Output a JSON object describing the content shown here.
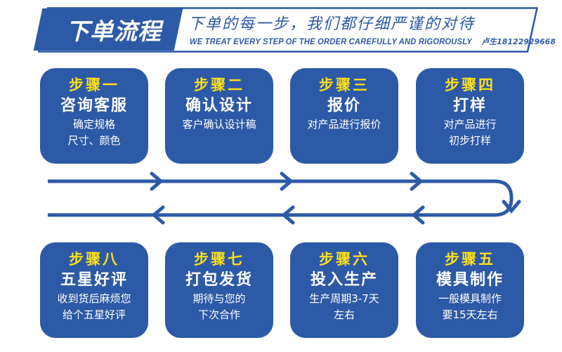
{
  "header": {
    "tag_label": "下单流程",
    "cn_subtitle": "下单的每一步，我们都仔细严谨的对待",
    "en_subtitle": "WE TREAT EVERY STEP OF THE ORDER CAREFULLY AND RIGOROUSLY",
    "contact": "卢生18122929668"
  },
  "colors": {
    "brand_blue": "#2d5aa6",
    "accent_yellow": "#ffdf17",
    "text_white": "#ffffff",
    "background": "#ffffff"
  },
  "steps": [
    {
      "num": "步骤一",
      "title": "咨询客服",
      "desc_lines": [
        "确定规格",
        "尺寸、颜色"
      ]
    },
    {
      "num": "步骤二",
      "title": "确认设计",
      "desc_lines": [
        "客户确认设计稿"
      ]
    },
    {
      "num": "步骤三",
      "title": "报价",
      "desc_lines": [
        "对产品进行报价"
      ]
    },
    {
      "num": "步骤四",
      "title": "打样",
      "desc_lines": [
        "对产品进行",
        "初步打样"
      ]
    },
    {
      "num": "步骤五",
      "title": "模具制作",
      "desc_lines": [
        "一般模具制作",
        "要15天左右"
      ]
    },
    {
      "num": "步骤六",
      "title": "投入生产",
      "desc_lines": [
        "生产周期3-7天",
        "左右"
      ]
    },
    {
      "num": "步骤七",
      "title": "打包发货",
      "desc_lines": [
        "期待与您的",
        "下次合作"
      ]
    },
    {
      "num": "步骤八",
      "title": "五星好评",
      "desc_lines": [
        "收到货后麻烦您",
        "给个五星好评"
      ]
    }
  ],
  "flow": {
    "top_direction": "right",
    "bottom_direction": "left",
    "turn": "u-turn-right-down",
    "top_arrow_count": 3,
    "bottom_arrow_count": 3
  }
}
